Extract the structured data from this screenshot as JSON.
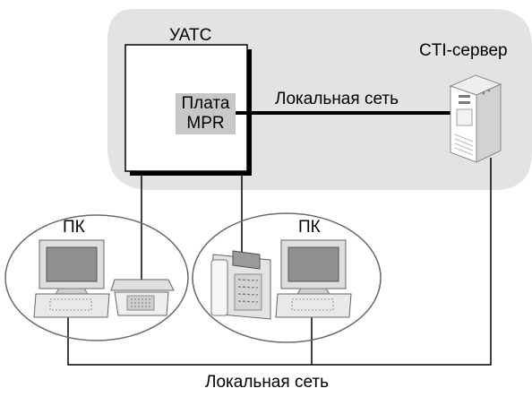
{
  "labels": {
    "pbx": "УАТС",
    "mpr_line1": "Плата",
    "mpr_line2": "MPR",
    "lan_top": "Локальная сеть",
    "cti_server": "CTI-сервер",
    "pc_left": "ПК",
    "pc_right": "ПК",
    "lan_bottom": "Локальная сеть"
  },
  "colors": {
    "zone_fill": "#e3e3e3",
    "card_fill": "#c8c8c8",
    "line": "#000000",
    "device_gray": "#b5b5b5"
  },
  "icons": [
    "server-icon",
    "pc-icon",
    "phone-icon",
    "system-phone-icon"
  ]
}
